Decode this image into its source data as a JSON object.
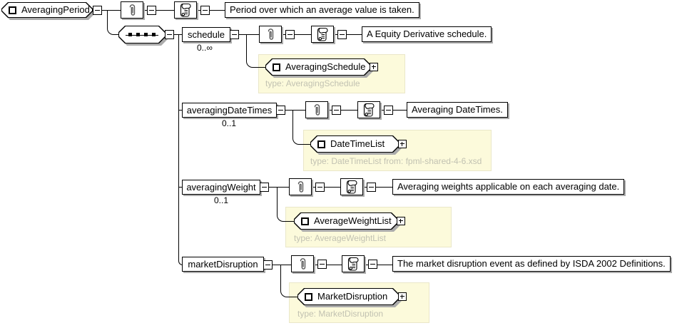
{
  "diagram": {
    "root": {
      "name": "AveragingPeriod",
      "doc": "Period over which an average value is taken."
    },
    "compositor": {
      "type": "sequence"
    },
    "children": [
      {
        "name": "schedule",
        "cardinality": "0..∞",
        "doc": "A Equity Derivative schedule.",
        "ref": {
          "name": "AveragingSchedule",
          "type_note": "type: AveragingSchedule"
        }
      },
      {
        "name": "averagingDateTimes",
        "cardinality": "0..1",
        "doc": "Averaging DateTimes.",
        "ref": {
          "name": "DateTimeList",
          "type_note": "type: DateTimeList from: fpml-shared-4-6.xsd"
        }
      },
      {
        "name": "averagingWeight",
        "cardinality": "0..1",
        "doc": "Averaging weights applicable on each averaging date.",
        "ref": {
          "name": "AverageWeightList",
          "type_note": "type: AverageWeightList"
        }
      },
      {
        "name": "marketDisruption",
        "doc": "The market disruption event as defined by ISDA 2002 Definitions.",
        "ref": {
          "name": "MarketDisruption",
          "type_note": "type: MarketDisruption"
        }
      }
    ],
    "icons": {
      "attributes": "paperclip-icon",
      "annotation": "scroll-icon",
      "element": "square-icon",
      "sequence": "sequence-dots-icon",
      "collapse": "minus-toggle",
      "expand": "plus-toggle"
    },
    "colors": {
      "panel_bg": "#FCFADB",
      "panel_border": "#EAE7C9",
      "type_text": "#C2C2B2",
      "shadow": "#ABABAB",
      "line": "#000000"
    }
  }
}
